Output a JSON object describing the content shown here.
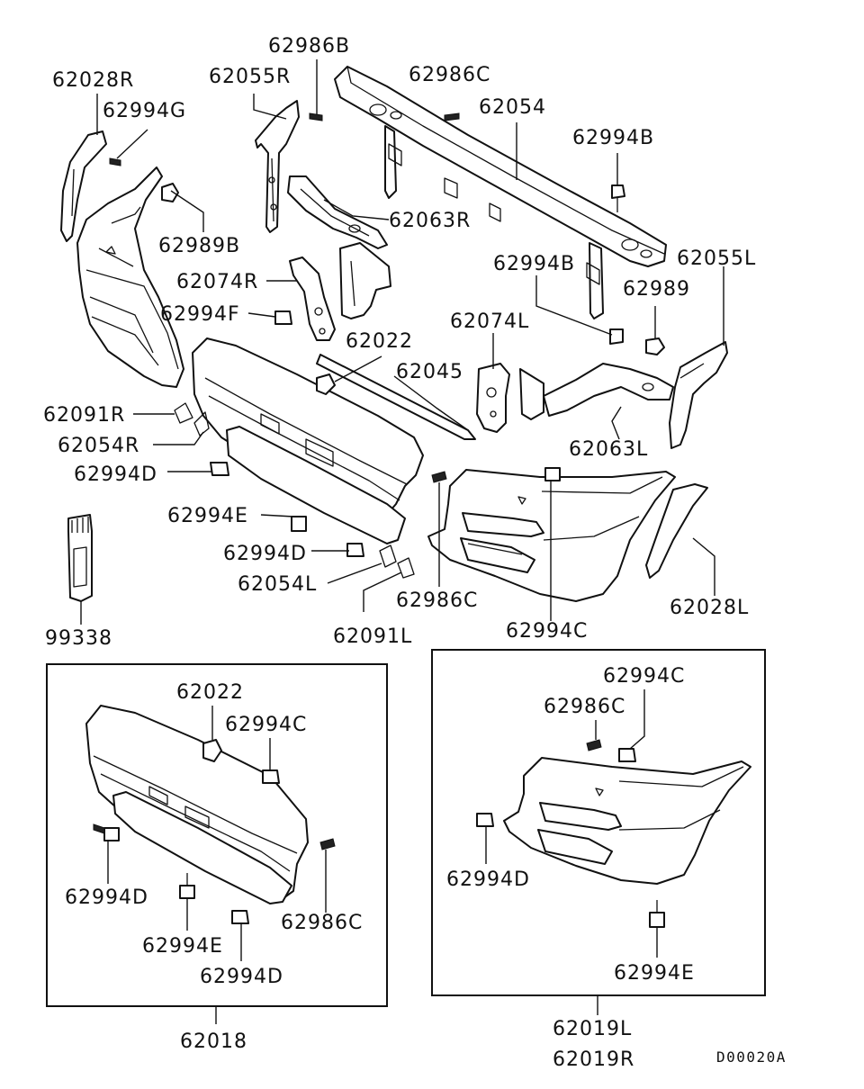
{
  "labels": {
    "p62028R": "62028R",
    "p62994G": "62994G",
    "p62055R": "62055R",
    "p62986B": "62986B",
    "p62986C_top": "62986C",
    "p62054": "62054",
    "p62994B_top": "62994B",
    "p62989B": "62989B",
    "p62063R": "62063R",
    "p62074R": "62074R",
    "p62994F": "62994F",
    "p62055L": "62055L",
    "p62994B_mid": "62994B",
    "p62989": "62989",
    "p62022": "62022",
    "p62074L": "62074L",
    "p62045": "62045",
    "p62091R": "62091R",
    "p62054R": "62054R",
    "p62063L": "62063L",
    "p62994D_a": "62994D",
    "p62994E_a": "62994E",
    "p62994D_b": "62994D",
    "p62054L": "62054L",
    "p62986C_mid": "62986C",
    "p62994C_mid": "62994C",
    "p62028L": "62028L",
    "p62091L": "62091L",
    "p99338": "99338",
    "box1_62022": "62022",
    "box1_62994C": "62994C",
    "box1_62994D_a": "62994D",
    "box1_62994E": "62994E",
    "box1_62994D_b": "62994D",
    "box1_62986C": "62986C",
    "box1_assembly": "62018",
    "box2_62994C": "62994C",
    "box2_62986C": "62986C",
    "box2_62994D": "62994D",
    "box2_62994E": "62994E",
    "box2_assembly_l": "62019L",
    "box2_assembly_r": "62019R",
    "diagram_code": "D00020A"
  }
}
